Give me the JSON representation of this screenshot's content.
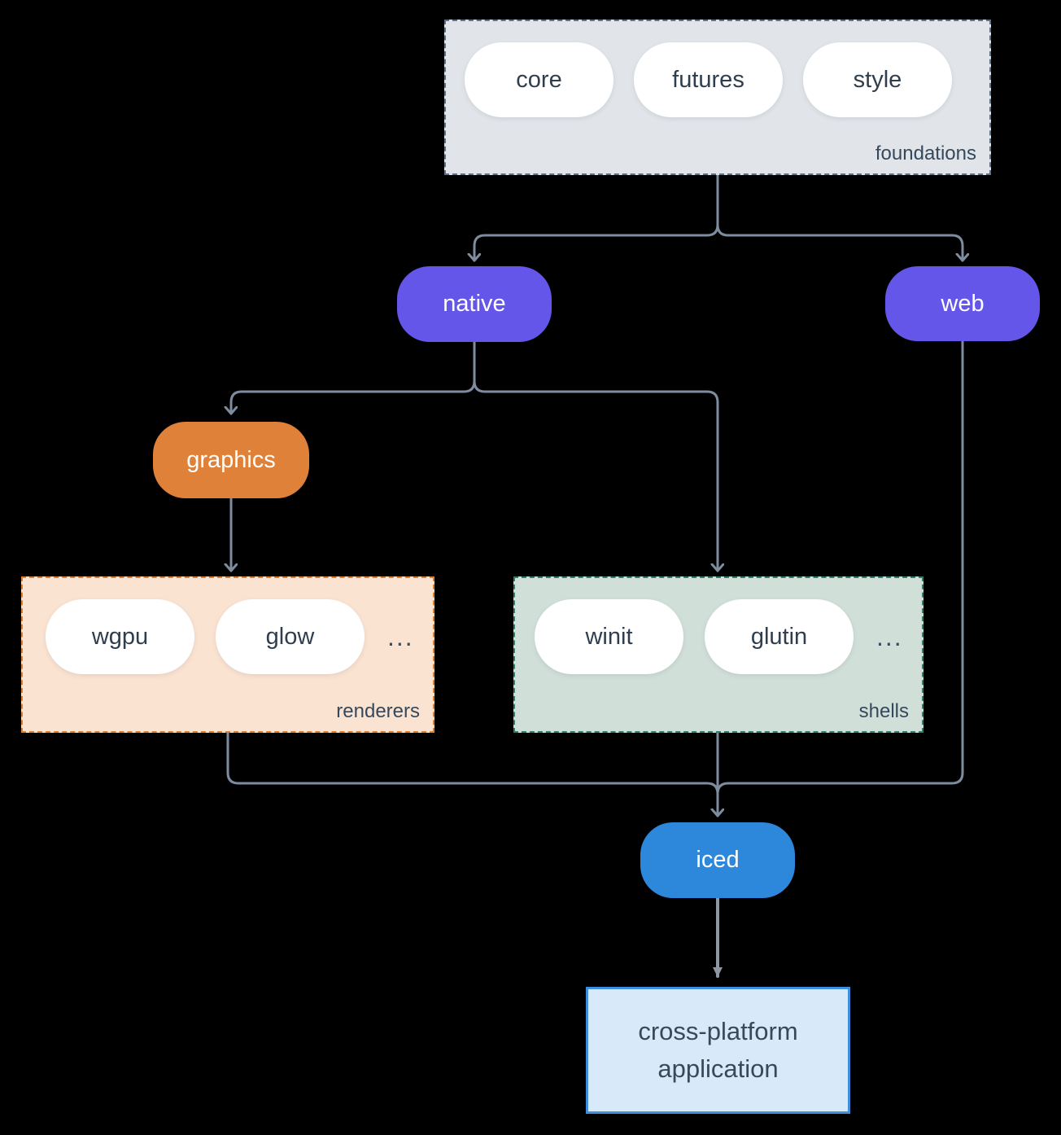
{
  "groups": {
    "foundations": {
      "label": "foundations",
      "pills": [
        "core",
        "futures",
        "style"
      ]
    },
    "renderers": {
      "label": "renderers",
      "pills": [
        "wgpu",
        "glow"
      ],
      "ellipsis": "..."
    },
    "shells": {
      "label": "shells",
      "pills": [
        "winit",
        "glutin"
      ],
      "ellipsis": "..."
    }
  },
  "nodes": {
    "native": "native",
    "web": "web",
    "graphics": "graphics",
    "iced": "iced",
    "application": "cross-platform application"
  },
  "colors": {
    "background": "#000000",
    "connector": "#7d8c9e",
    "final_arrow": "#8e98a2",
    "purple_node": "#6456e8",
    "orange_node": "#e0813a",
    "blue_node": "#2d88dc",
    "foundations_bg": "#e1e5e9",
    "foundations_border": "#5d7187",
    "renderers_bg": "#fbe3d2",
    "renderers_border": "#e07e2d",
    "shells_bg": "#d1dfd9",
    "shells_border": "#2f7f6d",
    "app_bg": "#d8e9f9",
    "app_border": "#3e8edd",
    "dark_text": "#2f3e4e"
  }
}
